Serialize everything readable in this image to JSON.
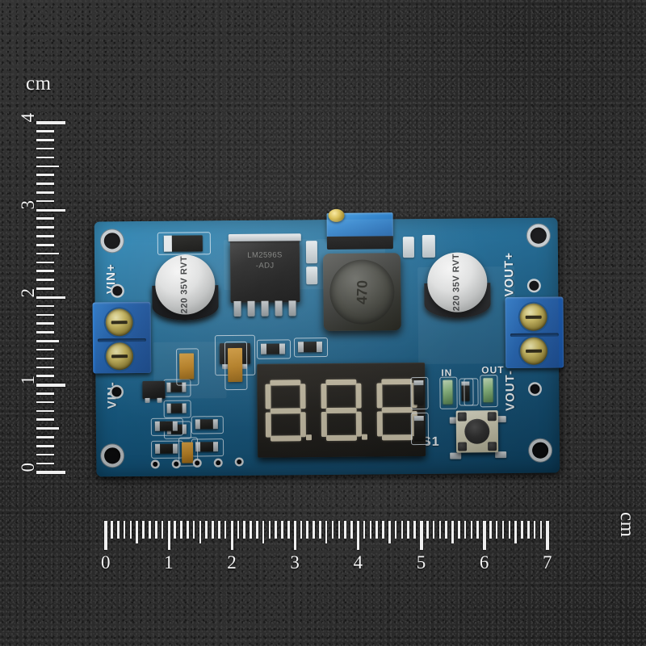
{
  "scene": {
    "subject": "LM2596 DC-DC step-down buck converter module with 3-digit voltmeter display",
    "background_color": "#2b2b2b",
    "board_color": "#136292"
  },
  "rulers": {
    "vertical": {
      "unit_label": "cm",
      "orientation": "vertical",
      "numbers": [
        "0",
        "1",
        "2",
        "3",
        "4"
      ],
      "major_ticks": 5,
      "minor_per_cm": 10,
      "tick_color": "#efefef"
    },
    "horizontal": {
      "unit_label": "cm",
      "orientation": "horizontal",
      "numbers": [
        "0",
        "1",
        "2",
        "3",
        "4",
        "5",
        "6",
        "7"
      ],
      "major_ticks": 8,
      "minor_per_cm": 10,
      "tick_color": "#efefef"
    }
  },
  "board": {
    "silkscreen": {
      "vin_plus": "VIN+",
      "vin_minus": "VIN-",
      "vout_plus": "VOUT+",
      "vout_minus": "VOUT-",
      "led_in": "IN",
      "led_out": "OUT",
      "switch_ref": "S1"
    },
    "components": {
      "ic": {
        "name": "LM2596S buck regulator",
        "marking_line1": "LM2596S",
        "marking_line2": "-ADJ",
        "pin_count": 5,
        "package": "TO-263"
      },
      "input_capacitor": {
        "name": "input electrolytic capacitor",
        "capacitance": "220",
        "voltage": "35V",
        "brand": "RVT"
      },
      "output_capacitor": {
        "name": "output electrolytic capacitor",
        "capacitance": "220",
        "voltage": "35V",
        "brand": "RVT"
      },
      "inductor": {
        "name": "power inductor",
        "marking": "470"
      },
      "potentiometer": {
        "name": "multi-turn trimmer potentiometer",
        "color": "#2d82cc",
        "adjust_screw_color": "#d9bf55"
      },
      "display": {
        "name": "3-digit 7-segment voltmeter display",
        "digit_count": 3,
        "digits": [
          "8.",
          "8.",
          "8."
        ],
        "segment_color": "#cfc6ac",
        "bezel_color": "#1d1b17",
        "state": "all segments shown"
      },
      "button": {
        "name": "tact switch",
        "reference": "S1"
      },
      "terminal_input": {
        "name": "input screw terminal block",
        "poles": 2,
        "color": "#2d82cc"
      },
      "terminal_output": {
        "name": "output screw terminal block",
        "poles": 2,
        "color": "#2d82cc"
      },
      "mounting_holes": 4
    }
  }
}
